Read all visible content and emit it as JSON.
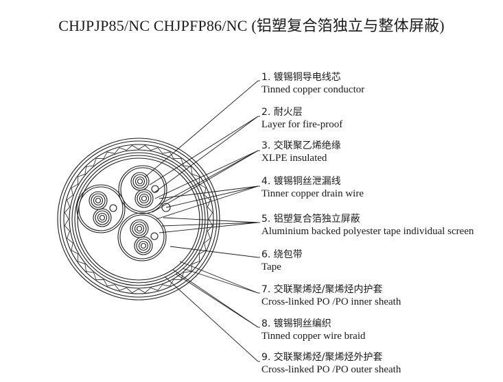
{
  "title": "CHJPJP85/NC CHJPFP86/NC (铝塑复合箔独立与整体屏蔽)",
  "components": [
    {
      "zh": "1. 镀锡铜导电线芯",
      "en": "Tinned copper conductor"
    },
    {
      "zh": "2. 耐火层",
      "en": "Layer for fire-proof"
    },
    {
      "zh": "3. 交联聚乙烯绝缘",
      "en": "XLPE insulated"
    },
    {
      "zh": "4. 镀锡铜丝泄漏线",
      "en": "Tinner copper drain wire"
    },
    {
      "zh": "5. 铝塑复合箔独立屏蔽",
      "en": "Aluminium backed polyester tape individual screen"
    },
    {
      "zh": "6. 绕包带",
      "en": "Tape"
    },
    {
      "zh": "7. 交联聚烯烃/聚烯烃内护套",
      "en": "Cross-linked PO /PO inner sheath"
    },
    {
      "zh": "8. 镀锡铜丝编织",
      "en": "Tinned copper wire braid"
    },
    {
      "zh": "9. 交联聚烯烃/聚烯烃外护套",
      "en": "Cross-linked PO /PO outer sheath"
    }
  ]
}
